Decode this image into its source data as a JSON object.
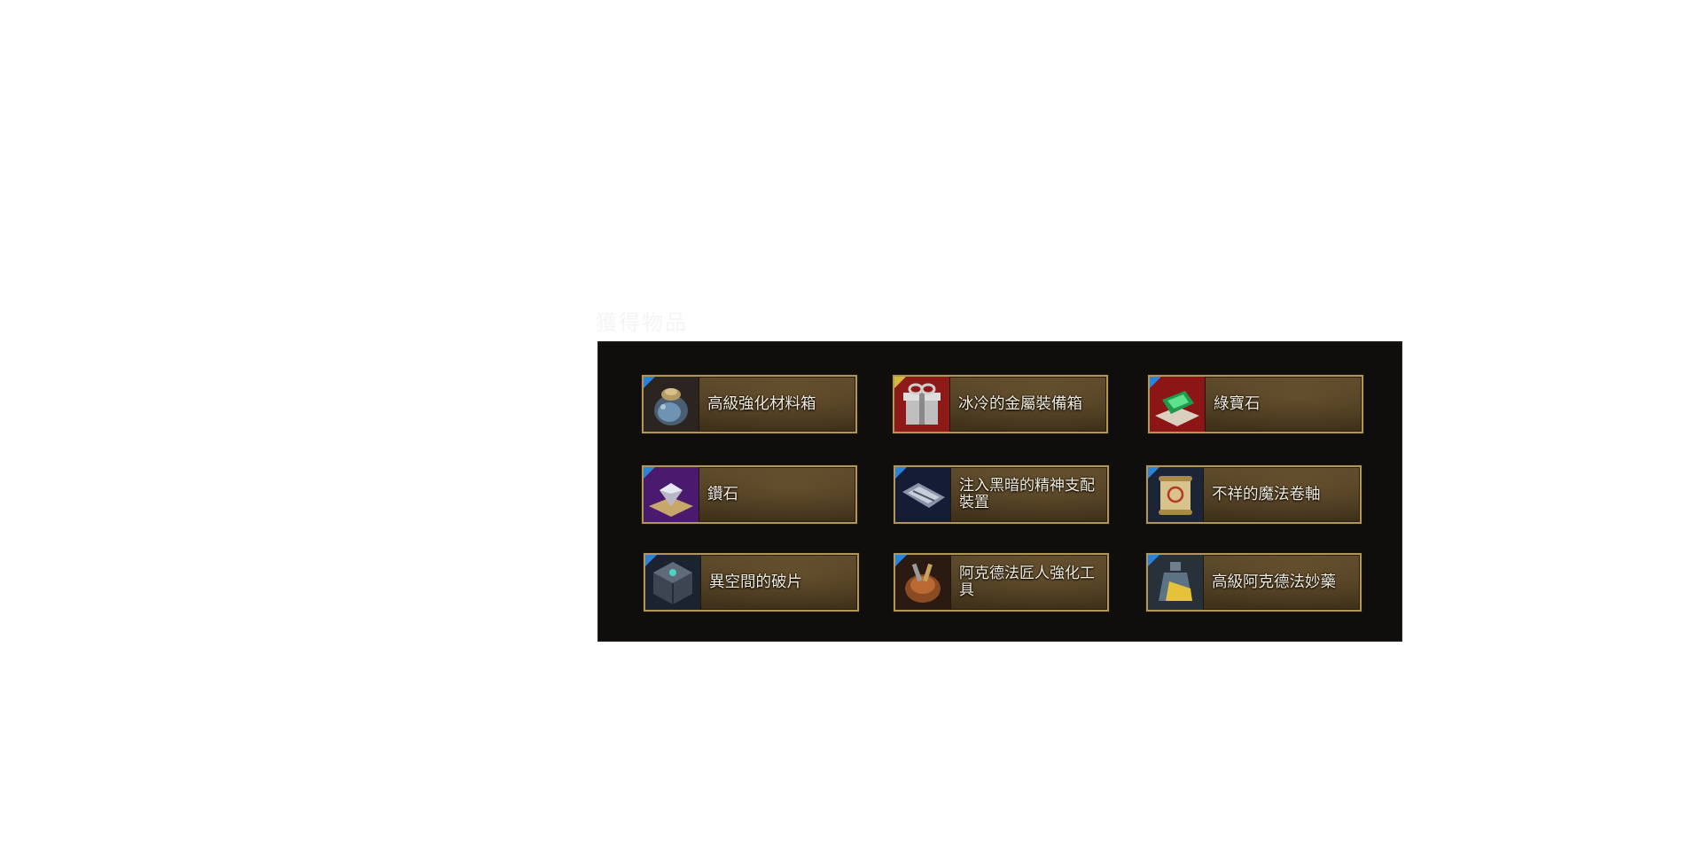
{
  "section": {
    "title": "獲得物品"
  },
  "colors": {
    "panel_bg": "#100e0d",
    "card_border": "#b09658",
    "card_bg": "#4b3b22",
    "grade_marker": "#2a83d8",
    "text": "#f3ecdc"
  },
  "items": [
    {
      "name": "高級強化材料箱",
      "icon": "reinforcement-material-sack-icon"
    },
    {
      "name": "冰冷的金屬裝備箱",
      "icon": "silver-gift-box-icon"
    },
    {
      "name": "綠寶石",
      "icon": "emerald-gem-icon"
    },
    {
      "name": "鑽石",
      "icon": "diamond-gem-icon"
    },
    {
      "name": "注入黑暗的精神支配裝置",
      "icon": "dark-mind-control-device-icon"
    },
    {
      "name": "不祥的魔法卷軸",
      "icon": "ominous-magic-scroll-icon"
    },
    {
      "name": "異空間的破片",
      "icon": "otherworld-fragment-cube-icon"
    },
    {
      "name": "阿克德法匠人強化工具",
      "icon": "artisan-tool-bag-icon"
    },
    {
      "name": "高級阿克德法妙藥",
      "icon": "elixir-bottle-icon"
    }
  ]
}
